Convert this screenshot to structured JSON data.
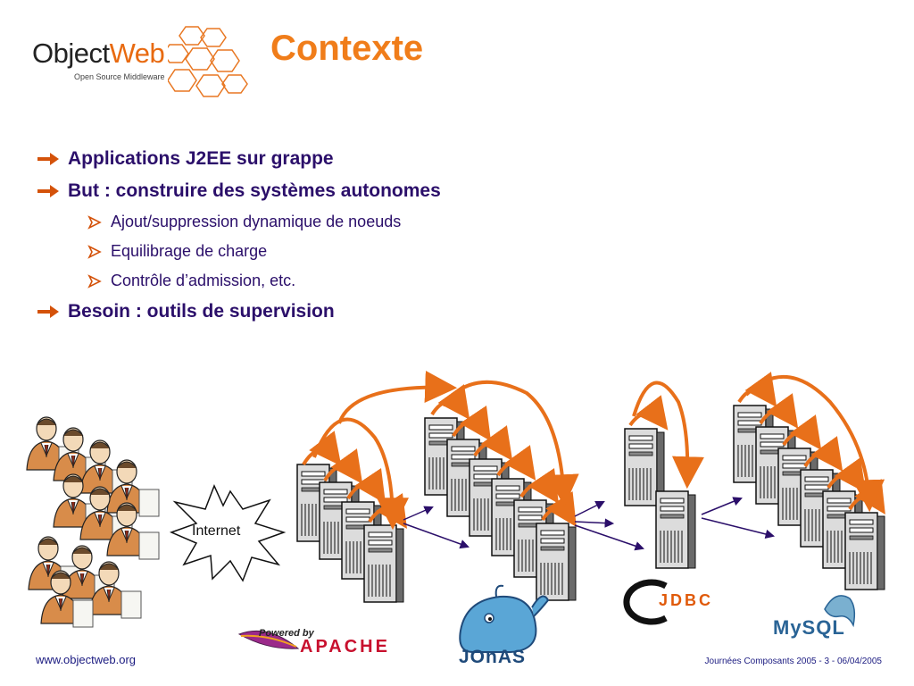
{
  "logo": {
    "obj": "Object",
    "web": "Web",
    "subtitle": "Open Source Middleware"
  },
  "title": "Contexte",
  "bullets": [
    {
      "level": 1,
      "text": "Applications J2EE sur grappe"
    },
    {
      "level": 1,
      "text": "But : construire des systèmes autonomes"
    },
    {
      "level": 2,
      "text": "Ajout/suppression dynamique de noeuds"
    },
    {
      "level": 2,
      "text": "Equilibrage de charge"
    },
    {
      "level": 2,
      "text": "Contrôle d’admission, etc."
    },
    {
      "level": 1,
      "text": "Besoin : outils de supervision"
    }
  ],
  "diagram": {
    "internet_label": "Internet",
    "apache_powered": "Powered by",
    "apache_name": "APACHE",
    "jonas_name": "JOnAS",
    "jdbc_name": "JDBC",
    "mysql_my": "MySQL",
    "mysql_sql": ""
  },
  "footer": {
    "left": "www.objectweb.org",
    "right": "Journées Composants 2005 - 3 - 06/04/2005"
  },
  "colors": {
    "title": "#f07d1a",
    "bullet_text": "#2b0f6a",
    "arrow": "#f07d1a"
  }
}
